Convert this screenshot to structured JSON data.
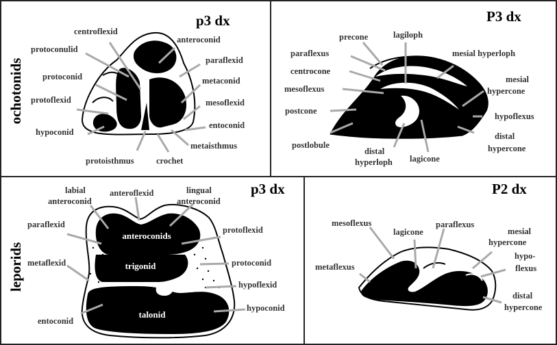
{
  "groups": {
    "ochotonids": "ochotonids",
    "leporids": "leporids"
  },
  "panels": {
    "tl": {
      "title": "p3 dx",
      "labels": [
        "centroflexid",
        "anteroconid",
        "protoconulid",
        "paraflexid",
        "protoconid",
        "metaconid",
        "protoflexid",
        "mesoflexid",
        "hypoconid",
        "entoconid",
        "metaisthmus",
        "protoisthmus",
        "crochet"
      ]
    },
    "tr": {
      "title": "P3 dx",
      "labels": [
        "precone",
        "lagiloph",
        "paraflexus",
        "mesial hyperloph",
        "centrocone",
        "mesial",
        "hypercone",
        "mesoflexus",
        "postcone",
        "hypoflexus",
        "distal",
        "hypercone",
        "postlobule",
        "distal",
        "hyperloph",
        "lagicone"
      ]
    },
    "bl": {
      "title": "p3 dx",
      "labels": [
        "labial",
        "anteroconid",
        "anteroflexid",
        "lingual",
        "anteroconid",
        "paraflexid",
        "protoflexid",
        "metaflexid",
        "protoconid",
        "hypoflexid",
        "hypoconid",
        "entoconid"
      ],
      "inner": [
        "anteroconids",
        "trigonid",
        "talonid"
      ]
    },
    "br": {
      "title": "P2 dx",
      "labels": [
        "mesoflexus",
        "paraflexus",
        "lagicone",
        "mesial",
        "hypercone",
        "hypo-",
        "flexus",
        "metaflexus",
        "distal",
        "hypercone"
      ]
    }
  }
}
